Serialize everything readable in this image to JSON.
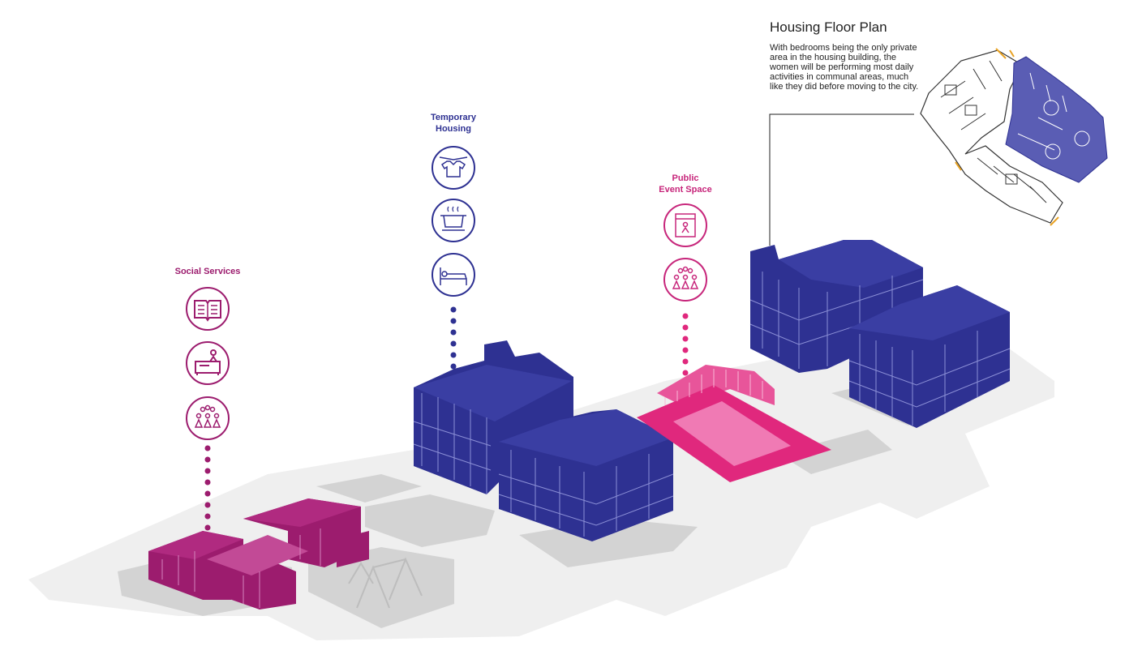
{
  "colors": {
    "navy": "#2e3192",
    "magenta": "#9c1c6e",
    "pink": "#e0287d",
    "ground": "#eeeeee",
    "pad": "#d2d2d2"
  },
  "labels": {
    "social_services": "Social Services",
    "temporary_housing_line1": "Temporary",
    "temporary_housing_line2": "Housing",
    "public_event_line1": "Public",
    "public_event_line2": "Event Space"
  },
  "floor_plan": {
    "title": "Housing Floor Plan",
    "description": "With bedrooms being the only private area in the housing building, the women will be performing most daily activities in communal areas, much like they did before moving to the city."
  },
  "icons": {
    "social": [
      "open-book-icon",
      "desk-person-icon",
      "group-of-people-icon"
    ],
    "housing": [
      "clothesline-shirt-icon",
      "cooking-pot-icon",
      "bed-icon"
    ],
    "event": [
      "cabinet-person-icon",
      "group-of-people-icon"
    ]
  }
}
